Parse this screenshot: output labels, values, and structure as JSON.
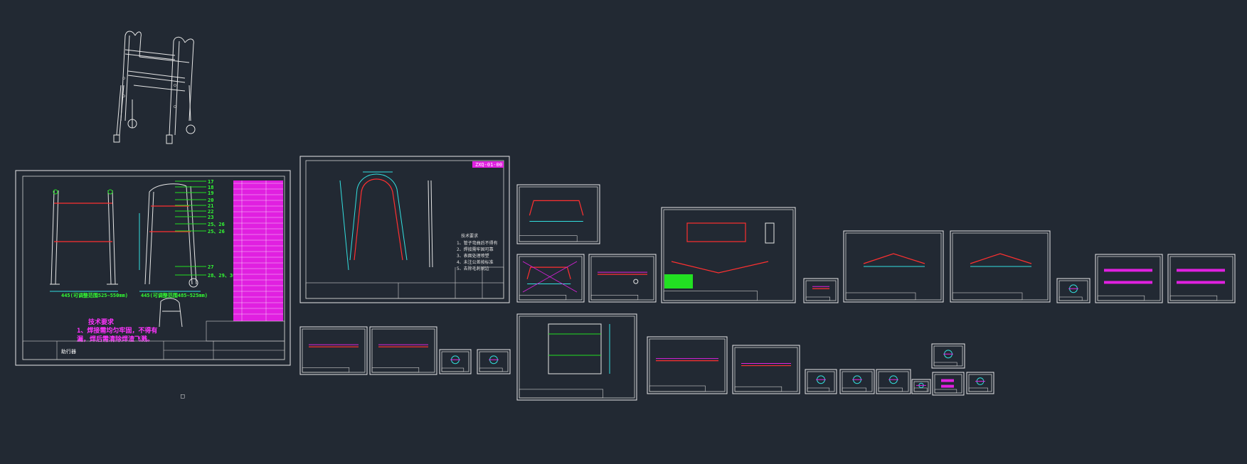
{
  "canvas": {
    "background": "#222933",
    "line_color": "#e6e6e6",
    "accent_red": "#ff3030",
    "accent_cyan": "#33e0e0",
    "accent_green": "#22e022",
    "accent_magenta": "#e020e0"
  },
  "assembly_sheet": {
    "title_block_name": "助行器",
    "tech_req_title": "技术要求",
    "tech_req_line1": "1、焊接需均匀牢固，不得有",
    "tech_req_line2": "漏，焊后需清除焊渣飞溅。",
    "part_numbers": [
      "17",
      "18",
      "19",
      "20",
      "21",
      "22",
      "23",
      "25、26",
      "25、26",
      "27",
      "28、29、30"
    ],
    "dim_width": "445(可调整范围525~550mm)",
    "dim_depth": "445(可调整范围485~525mm)"
  },
  "frame_sheet": {
    "notes_title": "技术要求",
    "notes": [
      "1、管子弯曲后不得有",
      "2、焊接需牢固可靠",
      "3、表面处理喷塑",
      "4、未注公差按标准",
      "5、去除毛刺锐边"
    ],
    "drawing_id": "ZXQ-01-00"
  },
  "cursor_mark": "□",
  "icons": {
    "walker": "walker-3d-icon",
    "cursor": "ucs-cursor-icon"
  }
}
